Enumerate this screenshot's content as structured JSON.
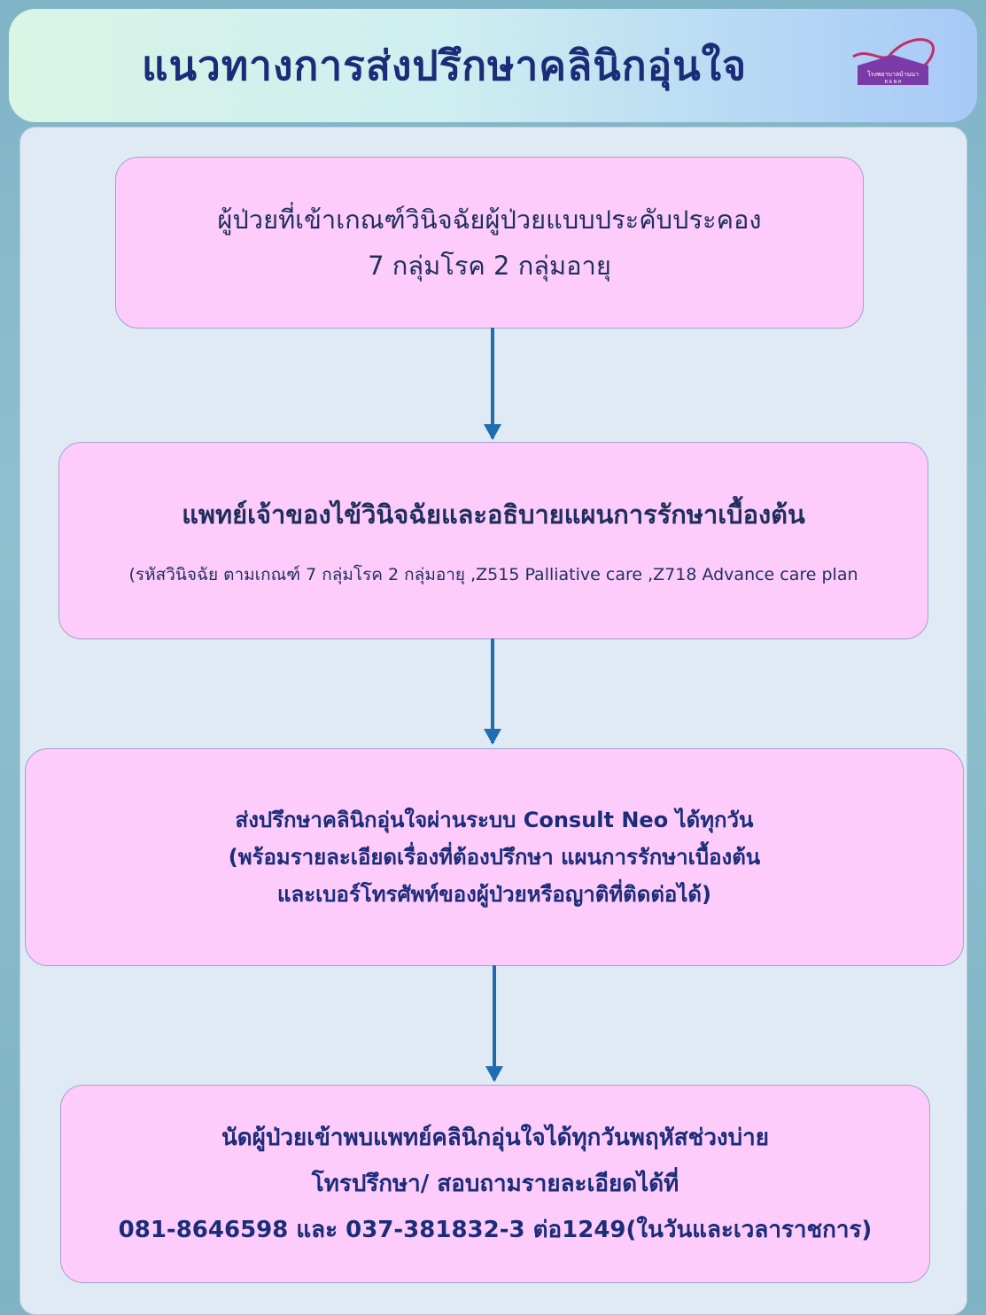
{
  "header": {
    "title": "แนวทางการส่งปรึกษาคลินิกอุ่นใจ",
    "logo_text": "โรงพยาบาลบ้านนา",
    "logo_subtext": "B A N H"
  },
  "steps": [
    {
      "lines": [
        "ผู้ป่วยที่เข้าเกณฑ์วินิจฉัยผู้ป่วยแบบประคับประคอง",
        "7 กลุ่มโรค 2 กลุ่มอายุ"
      ]
    },
    {
      "lines": [
        "แพทย์เจ้าของไข้วินิจฉัยและอธิบายแผนการรักษาเบื้องต้น",
        "(รหัสวินิจฉัย ตามเกณฑ์ 7 กลุ่มโรค 2 กลุ่มอายุ ,Z515 Palliative care ,Z718 Advance care plan"
      ]
    },
    {
      "lines": [
        "ส่งปรึกษาคลินิกอุ่นใจผ่านระบบ Consult  Neo ได้ทุกวัน",
        "(พร้อมรายละเอียดเรื่องที่ต้องปรึกษา แผนการรักษาเบื้องต้น",
        "และเบอร์โทรศัพท์ของผู้ป่วยหรือญาติที่ติดต่อได้)"
      ]
    },
    {
      "lines": [
        "นัดผู้ป่วยเข้าพบแพทย์คลินิกอุ่นใจได้ทุกวันพฤหัสช่วงบ่าย",
        "โทรปรึกษา/ สอบถามรายละเอียดได้ที่",
        "081-8646598 และ 037-381832-3 ต่อ1249(ในวันและเวลาราชการ)"
      ]
    }
  ],
  "colors": {
    "title": "#1b2c78",
    "box": "#fdccfb",
    "arrow": "#1f6db0"
  }
}
